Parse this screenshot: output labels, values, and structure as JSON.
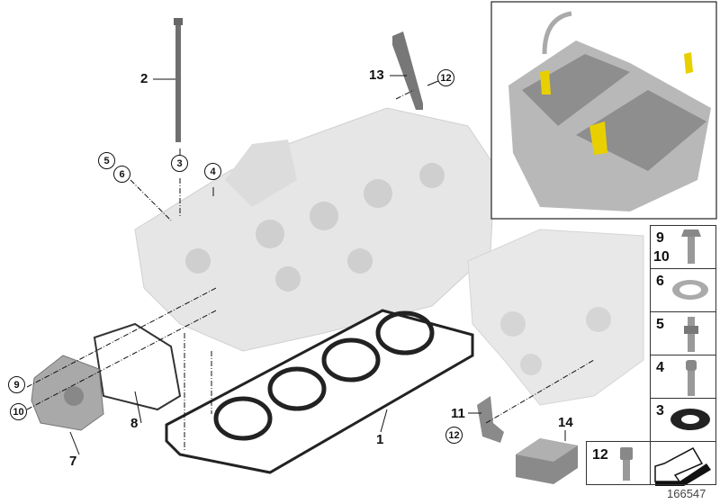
{
  "diagram_number": "166547",
  "callouts": {
    "part_1": "1",
    "part_2": "2",
    "part_3": "3",
    "part_4": "4",
    "part_5": "5",
    "part_6": "6",
    "part_7": "7",
    "part_8": "8",
    "part_9": "9",
    "part_10": "10",
    "part_11": "11",
    "part_12_top": "12",
    "part_12_bottom": "12",
    "part_13": "13",
    "part_14": "14"
  },
  "parts_legend": [
    {
      "labels": [
        "9",
        "10"
      ],
      "icon": "hex-flange-bolt"
    },
    {
      "labels": [
        "6"
      ],
      "icon": "sealing-ring"
    },
    {
      "labels": [
        "5"
      ],
      "icon": "stud-bolt"
    },
    {
      "labels": [
        "4"
      ],
      "icon": "torx-bolt"
    },
    {
      "labels": [
        "3"
      ],
      "icon": "washer"
    }
  ],
  "bottom_legend": {
    "label": "12",
    "icon": "socket-head-screw"
  },
  "colors": {
    "casting": "#e4e4e4",
    "part_dark": "#7a7a7a",
    "gasket": "#222222",
    "highlight": "#e8d000"
  }
}
